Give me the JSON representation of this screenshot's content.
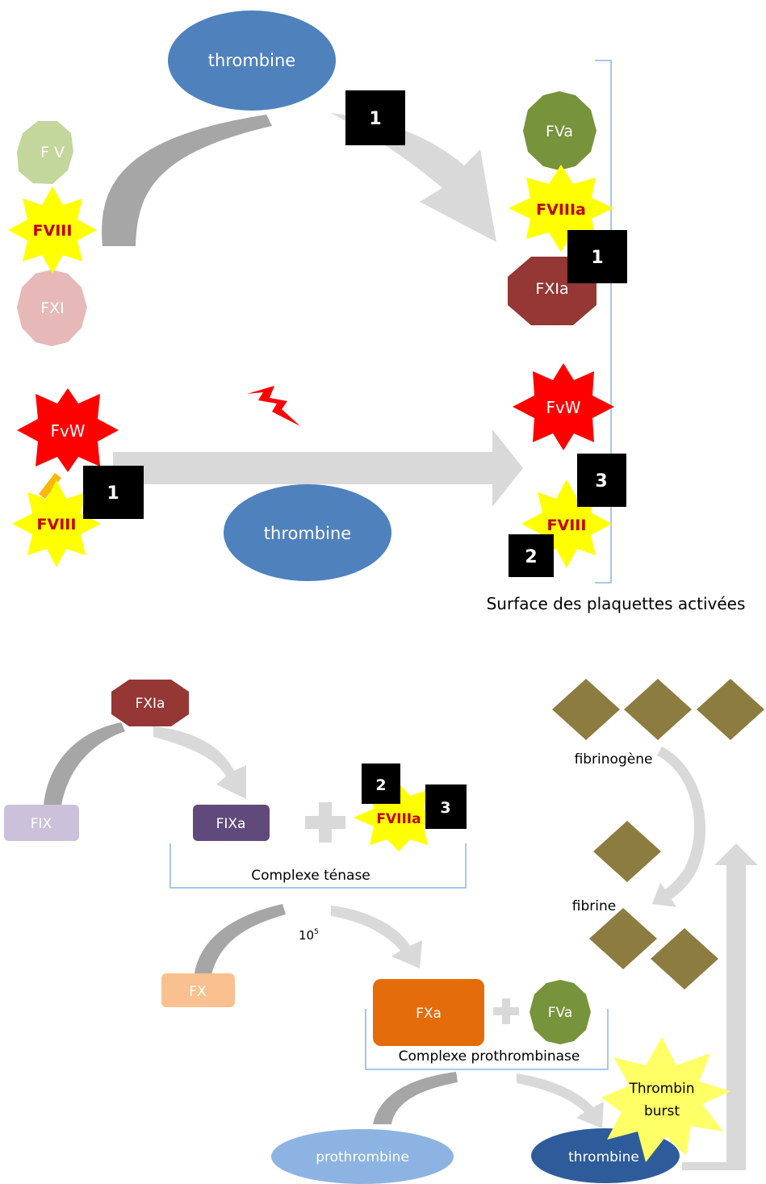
{
  "top": {
    "thrombine_top": "thrombine",
    "thrombine_mid": "thrombine",
    "left_fv": "F V",
    "left_fviii": "FVIII",
    "left_fxi": "FXI",
    "left_fvw": "FvW",
    "left_fviii_bound": "FVIII",
    "right_fva": "FVa",
    "right_fviiia": "FVIIIa",
    "right_fxia": "FXIa",
    "right_fvw": "FvW",
    "right_fviii": "FVIII",
    "platelet_surface_label": "Surface des plaquettes activées",
    "badge_top": "1",
    "badge_fxia": "1",
    "badge_left": "1",
    "badge_right_3": "3",
    "badge_right_2": "2"
  },
  "bottom": {
    "fxia": "FXIa",
    "fix": "FIX",
    "fixa": "FIXa",
    "fviiia": "FVIIIa",
    "badge_2": "2",
    "badge_3": "3",
    "tenase_label": "Complexe ténase",
    "amplification": "10",
    "amplification_exp": "5",
    "fx": "FX",
    "fxa": "FXa",
    "fva": "FVa",
    "prothrombinase_label": "Complexe prothrombinase",
    "prothrombine": "prothrombine",
    "thrombine": "thrombine",
    "burst_line1": "Thrombin",
    "burst_line2": "burst",
    "fibrinogene": "fibrinogène",
    "fibrine": "fibrine"
  },
  "colors": {
    "thrombine_blue": "#4f81bd",
    "thrombine_dark": "#2e5c9a",
    "prothrombine": "#8db3e2",
    "fva_green": "#77933c",
    "fv_light_green": "#c3d69b",
    "fxia_dark_red": "#953735",
    "fxi_pink": "#e6b9b8",
    "fvw_red": "#ff0000",
    "yellow_star": "#ffff00",
    "fviii_text": "#c00000",
    "fix_lavender": "#ccc1da",
    "fixa_purple": "#604a7b",
    "fx_peach": "#fac090",
    "fxa_orange": "#e46c0a",
    "fibrin_olive": "#8c7c3f",
    "arrow_gray_dark": "#a6a6a6",
    "arrow_gray_light": "#d9d9d9",
    "bracket_blue": "#8eb4e3"
  }
}
